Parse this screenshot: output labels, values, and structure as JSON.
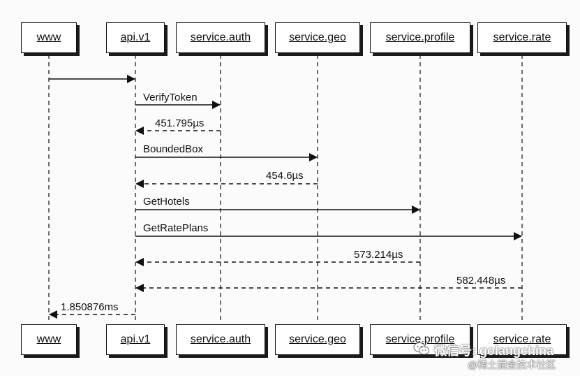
{
  "participants": [
    {
      "id": "www",
      "label": "www"
    },
    {
      "id": "api",
      "label": "api.v1"
    },
    {
      "id": "auth",
      "label": "service.auth"
    },
    {
      "id": "geo",
      "label": "service.geo"
    },
    {
      "id": "profile",
      "label": "service.profile"
    },
    {
      "id": "rate",
      "label": "service.rate"
    }
  ],
  "messages": [
    {
      "from": "www",
      "to": "api",
      "label": "",
      "kind": "call"
    },
    {
      "from": "api",
      "to": "auth",
      "label": "VerifyToken",
      "kind": "call"
    },
    {
      "from": "auth",
      "to": "api",
      "label": "451.795µs",
      "kind": "return"
    },
    {
      "from": "api",
      "to": "geo",
      "label": "BoundedBox",
      "kind": "call"
    },
    {
      "from": "geo",
      "to": "api",
      "label": "454.6µs",
      "kind": "return"
    },
    {
      "from": "api",
      "to": "profile",
      "label": "GetHotels",
      "kind": "call"
    },
    {
      "from": "api",
      "to": "rate",
      "label": "GetRatePlans",
      "kind": "call"
    },
    {
      "from": "profile",
      "to": "api",
      "label": "573.214µs",
      "kind": "return"
    },
    {
      "from": "rate",
      "to": "api",
      "label": "582.448µs",
      "kind": "return"
    },
    {
      "from": "api",
      "to": "www",
      "label": "1.850876ms",
      "kind": "return"
    }
  ],
  "watermark": {
    "main": "微信号: golangchina",
    "sub": "@稀土掘金技术社区",
    "icon": "wechat-icon"
  }
}
